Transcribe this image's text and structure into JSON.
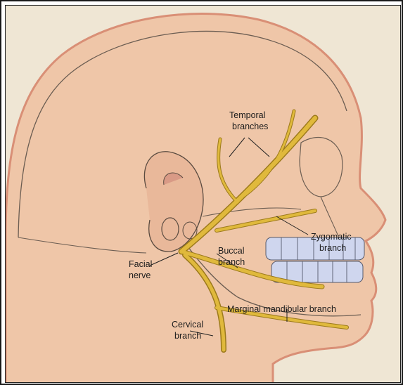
{
  "figure": {
    "labels": {
      "temporal": [
        "Temporal",
        "branches"
      ],
      "zygomatic": [
        "Zygomatic",
        "branch"
      ],
      "buccal": [
        "Buccal",
        "branch"
      ],
      "facial": [
        "Facial",
        "nerve"
      ],
      "marginal": "Marginal mandibular branch",
      "cervical": [
        "Cervical",
        "branch"
      ]
    },
    "colors": {
      "background": "#efe6d4",
      "skin": "#efc6a8",
      "skin_edge": "#d98f76",
      "nerve": "#e0b93c",
      "nerve_edge": "#9c7a1c",
      "bone_line": "#6b5d52",
      "teeth": "#cfd6ee"
    }
  }
}
